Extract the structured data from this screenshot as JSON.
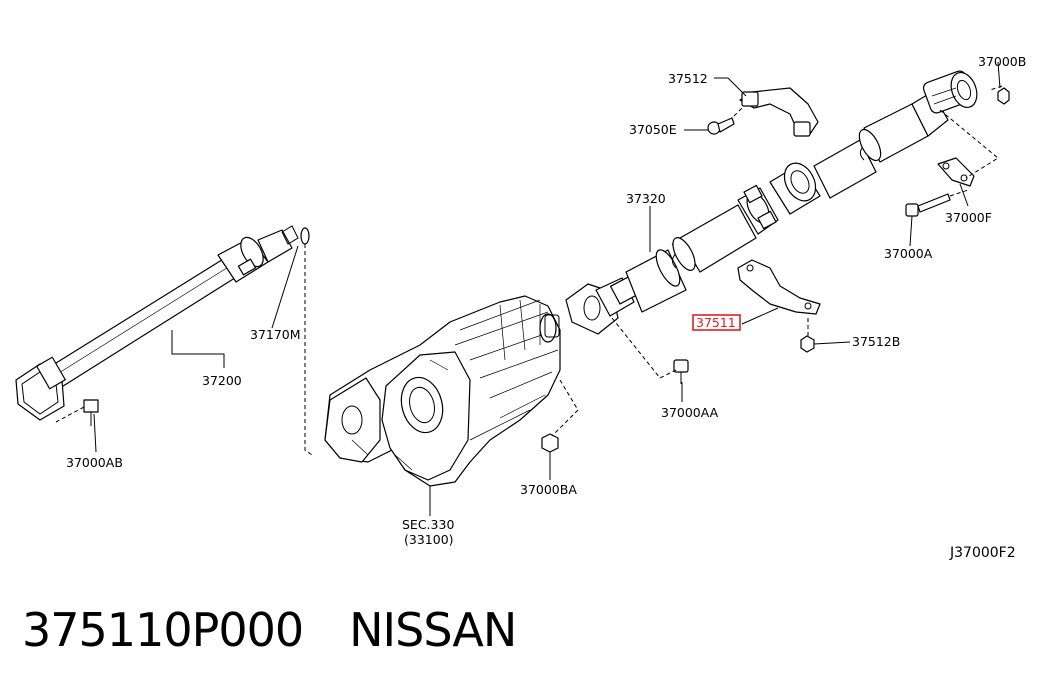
{
  "diagram": {
    "callouts": {
      "c37512": "37512",
      "c37050E": "37050E",
      "c37000B": "37000B",
      "c37320": "37320",
      "c37000F": "37000F",
      "c37000A": "37000A",
      "c37170M": "37170M",
      "c37200": "37200",
      "c37511": "37511",
      "c37512B": "37512B",
      "c37000AA": "37000AA",
      "c37000AB": "37000AB",
      "c37000BA": "37000BA",
      "sec": "SEC.330",
      "sec_ref": "(33100)"
    },
    "drawing_code": "J37000F2",
    "highlight_color": "#e02020"
  },
  "footer": {
    "part_number": "375110P000",
    "brand": "NISSAN"
  }
}
